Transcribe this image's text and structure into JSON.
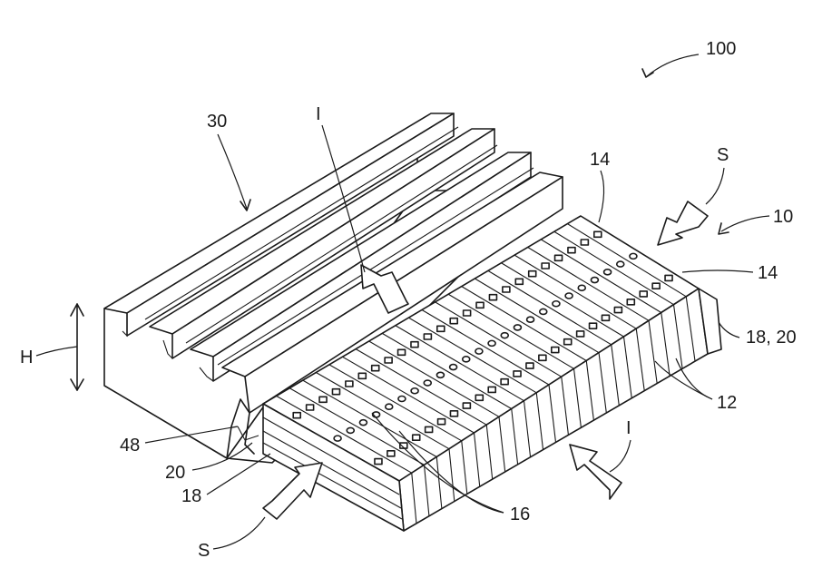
{
  "labels": {
    "ref_100": "100",
    "ref_30": "30",
    "ref_I_top": "I",
    "ref_14_top": "14",
    "ref_S_right": "S",
    "ref_10": "10",
    "ref_14_right": "14",
    "ref_18_20_right": "18, 20",
    "ref_H": "H",
    "ref_12": "12",
    "ref_48": "48",
    "ref_20_left": "20",
    "ref_18_left": "18",
    "ref_I_bottom": "I",
    "ref_16": "16",
    "ref_S_left": "S"
  },
  "drawing": {
    "cell_count": 24,
    "duct_channels": 4
  }
}
